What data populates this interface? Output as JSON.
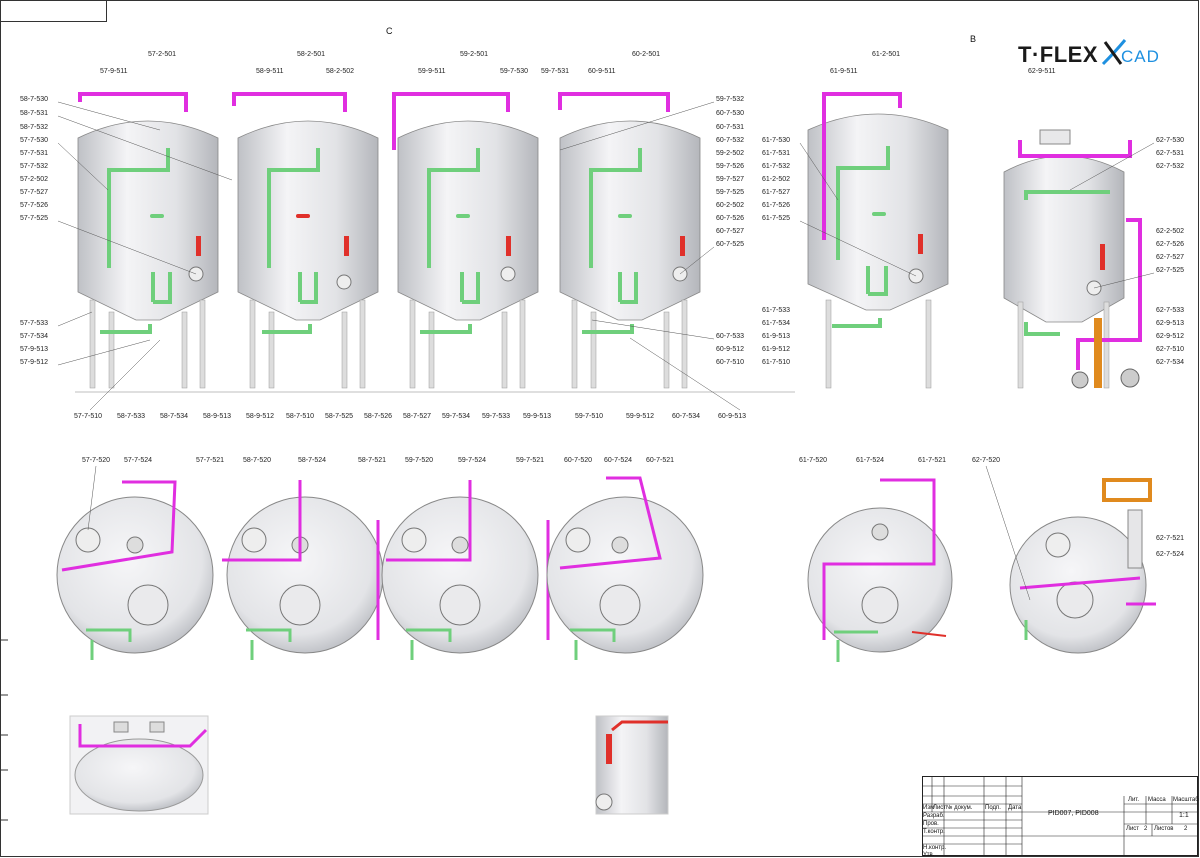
{
  "app": {
    "logo_main": "T·FLEX",
    "logo_cad": "CAD"
  },
  "views": {
    "c": "C",
    "b": "B"
  },
  "tank_labels": {
    "t57_top": [
      "57-2-501",
      "57-9-511"
    ],
    "t58_top": [
      "58-2-501",
      "58-9-511",
      "58-2-502"
    ],
    "t59_top": [
      "59-2-501",
      "59-9-511",
      "59-7-530",
      "59-7-531"
    ],
    "t60_top": [
      "60-2-501",
      "60-9-511"
    ],
    "t61_top": [
      "61-2-501",
      "61-9-511"
    ],
    "t62_top": [
      "62-9-511"
    ],
    "left_column": [
      "58-7-530",
      "58-7-531",
      "58-7-532",
      "57-7-530",
      "57-7-531",
      "57-7-532",
      "57-2-502",
      "57-7-527",
      "57-7-526",
      "57-7-525"
    ],
    "left_bottom": [
      "57-7-533",
      "57-7-534",
      "57-9-513",
      "57-9-512"
    ],
    "mid_right": [
      "59-7-532",
      "60-7-530",
      "60-7-531",
      "60-7-532",
      "59-2-502",
      "59-7-526",
      "59-7-527",
      "59-7-525",
      "60-2-502",
      "60-7-526",
      "60-7-527",
      "60-7-525"
    ],
    "mid_right_bottom": [
      "60-7-533",
      "60-9-512",
      "60-7-510"
    ],
    "bottom_row": [
      "57-7-510",
      "58-7-533",
      "58-7-534",
      "58-9-513",
      "58-9-512",
      "58-7-510",
      "58-7-525",
      "58-7-526",
      "58-7-527",
      "59-7-534",
      "59-7-533",
      "59-9-513",
      "59-7-510",
      "59-9-512",
      "60-7-534",
      "60-9-513"
    ],
    "t61_left": [
      "61-7-530",
      "61-7-531",
      "61-7-532",
      "61-2-502",
      "61-7-527",
      "61-7-526",
      "61-7-525"
    ],
    "t61_bottom": [
      "61-7-533",
      "61-7-534",
      "61-9-513",
      "61-9-512",
      "61-7-510"
    ],
    "t62_right": [
      "62-7-530",
      "62-7-531",
      "62-7-532",
      "62-2-502",
      "62-7-526",
      "62-7-527",
      "62-7-525"
    ],
    "t62_bottom": [
      "62-7-533",
      "62-9-513",
      "62-9-512",
      "62-7-510",
      "62-7-534"
    ],
    "top_views": [
      "57-7-520",
      "57-7-524",
      "57-7-521",
      "58-7-520",
      "58-7-524",
      "58-7-521",
      "59-7-520",
      "59-7-524",
      "59-7-521",
      "60-7-520",
      "60-7-524",
      "60-7-521",
      "61-7-520",
      "61-7-524",
      "61-7-521",
      "62-7-520"
    ],
    "t62_top_view": [
      "62-7-521",
      "62-7-524"
    ]
  },
  "title_block": {
    "col_izm": "Изм",
    "col_list": "Лист",
    "col_doc": "№ докум.",
    "col_sign": "Подп.",
    "col_date": "Дата",
    "razrab": "Разраб.",
    "prov": "Пров.",
    "tkontr": "Т.контр.",
    "nkontr": "Н.контр.",
    "utv": "Утв.",
    "doc_name": "PID007, PID008",
    "lit": "Лит.",
    "massa": "Масса",
    "masshtab": "Масштаб",
    "scale_value": "1:1",
    "sheet_label": "Лист",
    "sheet_value": "2",
    "sheets_label": "Листов",
    "sheets_value": "2"
  },
  "colors": {
    "magenta": "#e02ee0",
    "green": "#6fcf7c",
    "red": "#e0302a",
    "orange": "#e08a1e",
    "steel": "#d8d8dc",
    "accent": "#1e90e0"
  }
}
